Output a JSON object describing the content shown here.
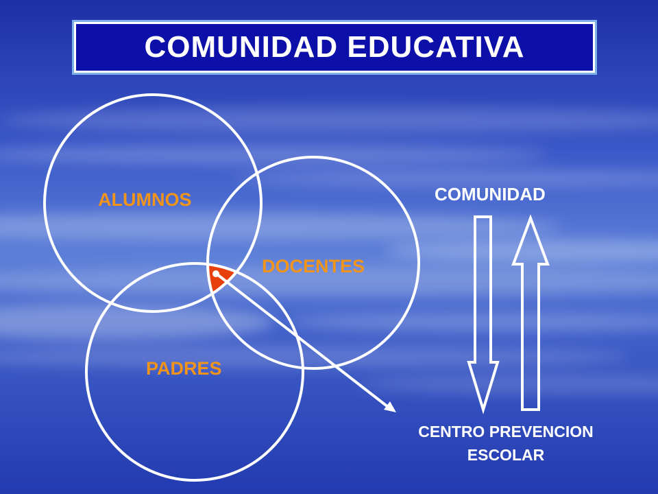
{
  "title": "COMUNIDAD EDUCATIVA",
  "circles": {
    "alumnos": "ALUMNOS",
    "docentes": "DOCENTES",
    "padres": "PADRES"
  },
  "comunidad": "COMUNIDAD",
  "centro": {
    "line1": "CENTRO PREVENCION",
    "line2": "ESCOLAR"
  },
  "colors": {
    "title_bg": "#0c10a8",
    "label_orange": "#f0941c",
    "intersection_red": "#e8400c",
    "stroke": "#ffffff"
  }
}
